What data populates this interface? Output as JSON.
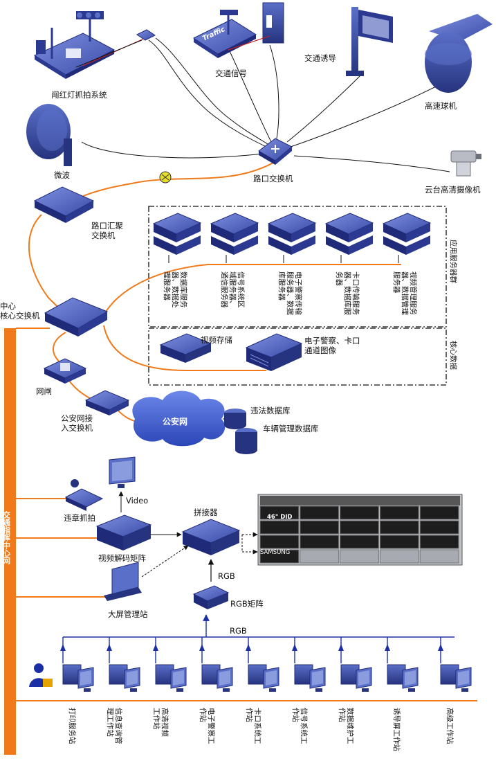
{
  "labels": {
    "chuang_hong_deng": "闯红灯抓拍系统",
    "jiao_tong_xin_hao": "交通信号",
    "jiao_tong_you_dao": "交通诱导",
    "gao_su_qiu_ji": "高速球机",
    "wei_bo": "微波",
    "lu_kou_jiao_huan_ji": "路口交换机",
    "yun_tai": "云台高清摄像机",
    "lu_kou_hui_ju_1": "路口汇聚",
    "lu_kou_hui_ju_2": "交换机",
    "zhong_xin_1": "中心",
    "zhong_xin_2": "核心交换机",
    "wang_zha": "网闸",
    "gong_an_jie_ru_1": "公安网接",
    "gong_an_jie_ru_2": "入交换机",
    "gong_an_wang": "公安网",
    "wei_fa_shu_ju_ku": "违法数据库",
    "che_liang_shu_ju_ku": "车辆管理数据库",
    "video": "Video",
    "wei_zhang_zhua_pai": "违章抓拍",
    "shi_pin_jie_ma": "视频解码矩阵",
    "pin_jie_qi": "拼接器",
    "rgb_1": "RGB",
    "rgb_ju_zhen": "RGB矩阵",
    "rgb_2": "RGB",
    "da_ping": "大屏管理站",
    "shi_pin_cun_chu": "视频存储",
    "dian_zi_jing_cha_1": "电子警察、卡口",
    "dian_zi_jing_cha_2": "通道图像",
    "ying_yong_fu_wu_qun": "应用服务器群",
    "he_xin_shu_ju": "核心数据",
    "traffic": "Traffic",
    "did_label": "46\" DID",
    "samsung": "SAMSUNG",
    "center_net": "交通指挥中心网"
  },
  "servers": [
    {
      "lines": [
        "数据库服务",
        "器、数据处",
        "理服务器"
      ]
    },
    {
      "lines": [
        "信号系统区",
        "域服务器、",
        "通信服务器"
      ]
    },
    {
      "lines": [
        "电子警察传输",
        "服务器、数据",
        "库服务器"
      ]
    },
    {
      "lines": [
        "卡口传输服务",
        "器、数据库服",
        "务器"
      ]
    },
    {
      "lines": [
        "视频管理服务",
        "器、数据管理",
        "服务器"
      ]
    }
  ],
  "workstations": [
    {
      "lines": [
        "打印服务站"
      ]
    },
    {
      "lines": [
        "信息查询管",
        "理工作站"
      ]
    },
    {
      "lines": [
        "高清视频",
        "工作站"
      ]
    },
    {
      "lines": [
        "电子警察工",
        "作站"
      ]
    },
    {
      "lines": [
        "卡口系统工",
        "作站"
      ]
    },
    {
      "lines": [
        "信号系统工",
        "作站"
      ]
    },
    {
      "lines": [
        "数据维护工",
        "作站"
      ]
    },
    {
      "lines": [
        "诱导屏工作站"
      ]
    },
    {
      "lines": [
        "高级工作站"
      ]
    }
  ],
  "colors": {
    "device": "#2f3f97",
    "device_light": "#5a6fc8",
    "orange": "#f07a1a",
    "blue_line": "#1b2fa5"
  }
}
